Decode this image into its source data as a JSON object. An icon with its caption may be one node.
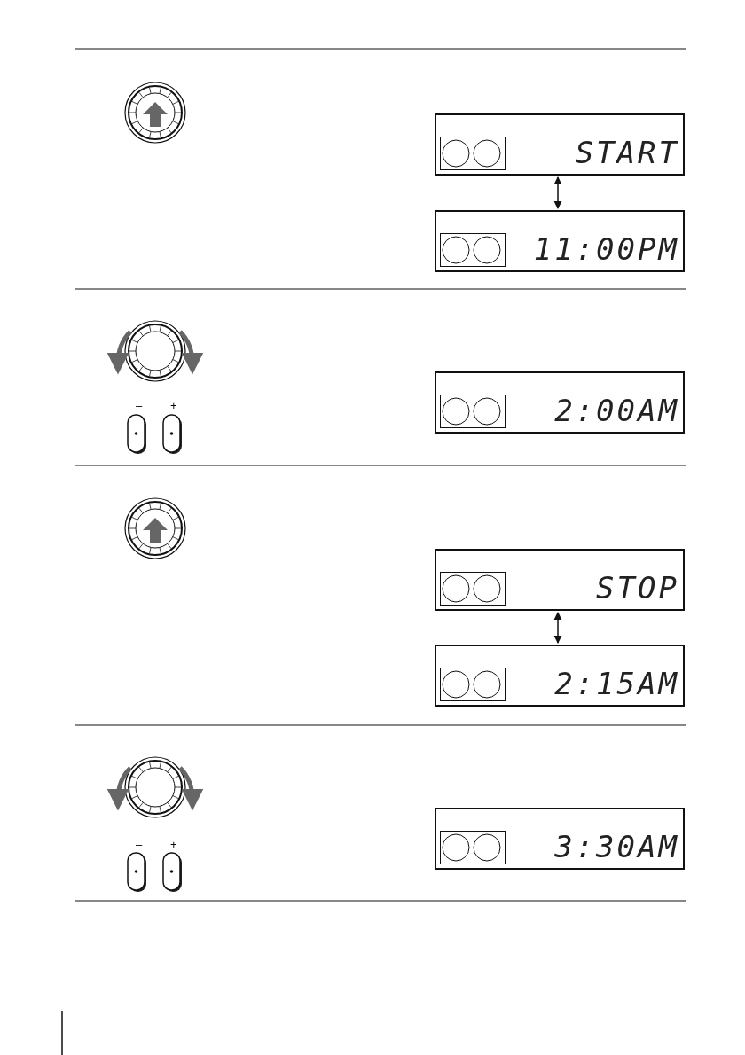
{
  "diagram": {
    "nodes": [
      {
        "text": [
          "START"
        ]
      },
      {
        "text": [
          "11:00PM"
        ]
      },
      {
        "text": [
          "2:00AM"
        ]
      },
      {
        "text": [
          "STOP"
        ]
      },
      {
        "text": [
          "2:15AM"
        ]
      },
      {
        "text": [
          "3:30AM"
        ]
      }
    ],
    "edges": [
      {
        "from": 0,
        "to": 1,
        "arrow": "both"
      },
      {
        "from": 3,
        "to": 4,
        "arrow": "both"
      }
    ],
    "labels": [
      "–",
      "+",
      "–",
      "+"
    ]
  }
}
